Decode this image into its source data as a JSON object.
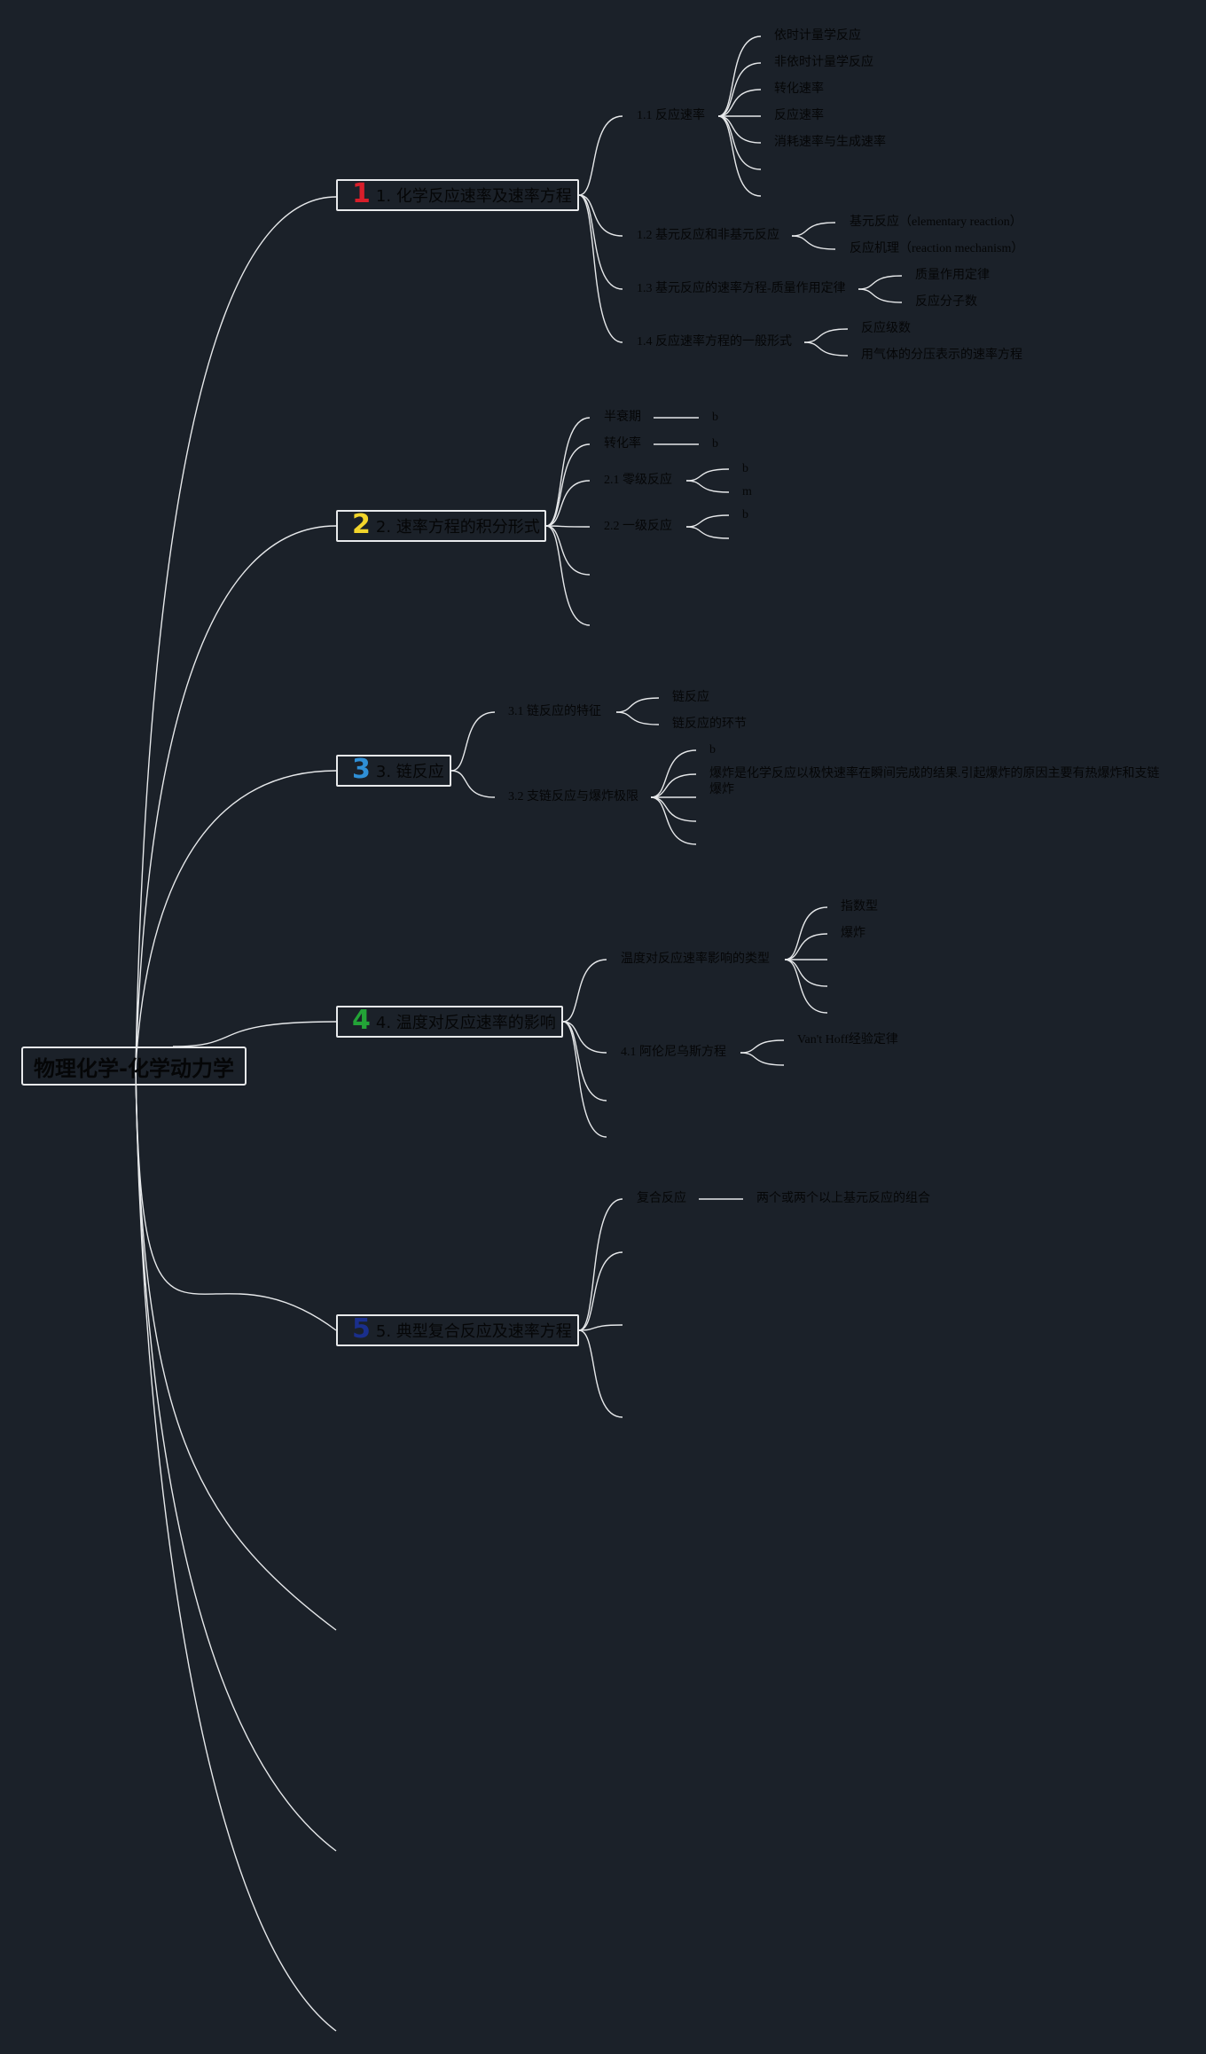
{
  "root": {
    "title": "物理化学-化学动力学"
  },
  "branches": [
    {
      "num": "1",
      "color": "#d81e2a",
      "label": "1. 化学反应速率及速率方程"
    },
    {
      "num": "2",
      "color": "#f2d52b",
      "label": "2. 速率方程的积分形式"
    },
    {
      "num": "3",
      "color": "#2f8fd6",
      "label": "3. 链反应"
    },
    {
      "num": "4",
      "color": "#23a337",
      "label": "4. 温度对反应速率的影响"
    },
    {
      "num": "5",
      "color": "#1a2f8c",
      "label": "5. 典型复合反应及速率方程"
    }
  ],
  "b1": {
    "s1": "1.1 反应速率",
    "s1_items": [
      "依时计量学反应",
      "非依时计量学反应",
      "转化速率",
      "反应速率",
      "消耗速率与生成速率"
    ],
    "s2": "1.2 基元反应和非基元反应",
    "s2_items": [
      "基元反应（elementary reaction）",
      "反应机理（reaction mechanism）"
    ],
    "s3": "1.3 基元反应的速率方程-质量作用定律",
    "s3_items": [
      "质量作用定律",
      "反应分子数"
    ],
    "s4": "1.4 反应速率方程的一般形式",
    "s4_items": [
      "反应级数",
      "用气体的分压表示的速率方程"
    ]
  },
  "b2": {
    "halflife": "半衰期",
    "halflife_val": "b",
    "conversion": "转化率",
    "conversion_val": "b",
    "s1": "2.1 零级反应",
    "s1_items": [
      "b",
      "m"
    ],
    "s2": "2.2 一级反应",
    "s2_items": [
      "b"
    ]
  },
  "b3": {
    "s1": "3.1 链反应的特征",
    "s1_items": [
      "链反应",
      "链反应的环节"
    ],
    "s2": "3.2 支链反应与爆炸极限",
    "s2_items": [
      "b",
      "爆炸是化学反应以极快速率在瞬间完成的结果.引起爆炸的原因主要有热爆炸和支链爆炸"
    ]
  },
  "b4": {
    "s0": "温度对反应速率影响的类型",
    "s0_items": [
      "指数型",
      "爆炸"
    ],
    "s1": "4.1 阿伦尼乌斯方程",
    "s1_items": [
      "Van't Hoff经验定律"
    ]
  },
  "b5": {
    "s1": "复合反应",
    "s1_item": "两个或两个以上基元反应的组合"
  }
}
